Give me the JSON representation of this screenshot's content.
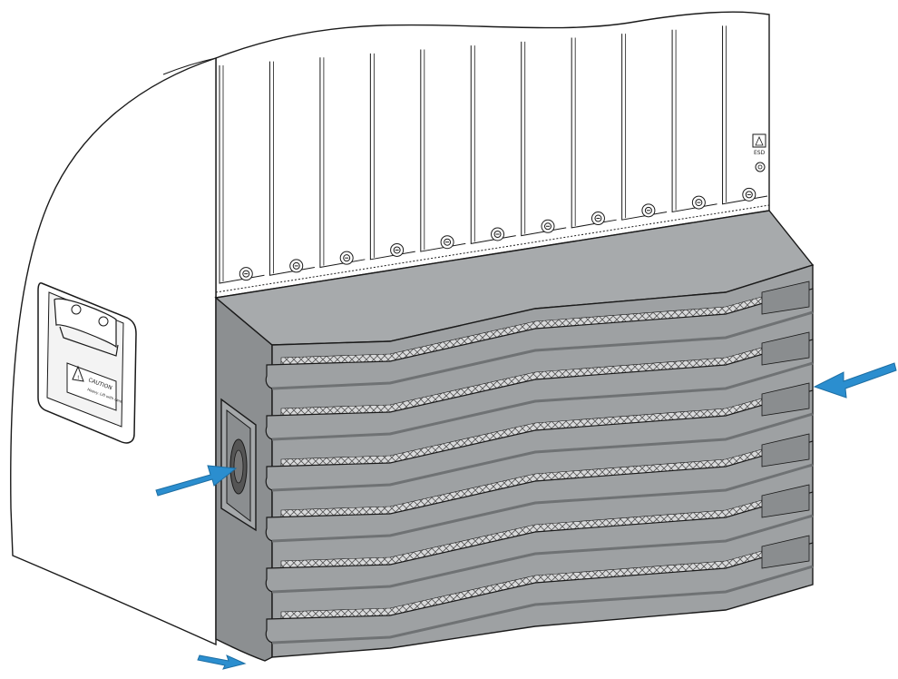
{
  "caution_label": {
    "title": "CAUTION",
    "subtitle": "Heavy. Lift with care."
  },
  "colors": {
    "outline": "#1a1a1a",
    "chassis_fill": "#ffffff",
    "shroud_fill": "#9ea1a3",
    "shroud_dark": "#7f8284",
    "shroud_light": "#b3b5b7",
    "airflow_arrow": "#2b8ecf",
    "airflow_arrow_edge": "#1d6ea3"
  },
  "icons": {
    "warning": "warning-triangle-icon",
    "esd": "esd-symbol-icon",
    "screw": "captive-screw-icon",
    "airflow": "airflow-arrow-icon"
  },
  "components": {
    "card_slots": 11,
    "filter_louvers": 6
  }
}
